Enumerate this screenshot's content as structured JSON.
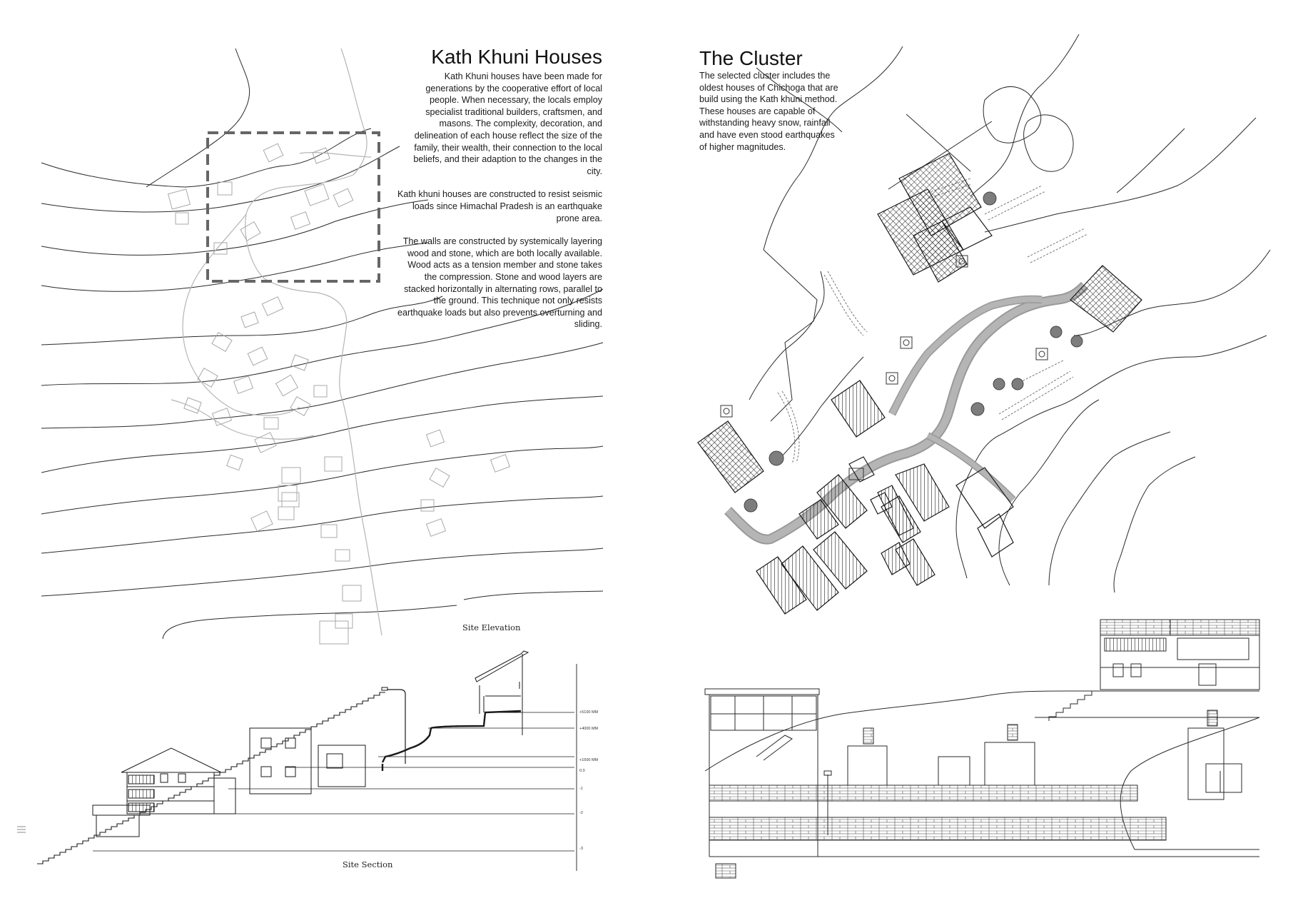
{
  "left_panel": {
    "title": "Kath Khuni Houses",
    "paragraphs": [
      "Kath Khuni houses have been made for generations by the cooperative effort of local people. When necessary, the locals employ specialist traditional builders, craftsmen, and masons. The complexity, decoration, and delineation of each house reflect the size of the family, their wealth, their connection to the local beliefs, and their adaption to the changes in the city.",
      "Kath khuni houses are constructed to resist seismic loads since Himachal Pradesh is an earthquake prone area.",
      "The walls are constructed by systemically layering wood and stone, which are both locally available. Wood acts as a tension member and stone takes the compression. Stone and wood layers are stacked horizontally in alternating rows, parallel to the ground. This technique not only resists earthquake loads but also prevents overturning and sliding."
    ],
    "elevation_caption": "Site Elevation",
    "section_caption": "Site Section",
    "level_labels": [
      "+5100 MM",
      "+4000 MM",
      "+1500 MM",
      "0.0",
      "-1",
      "-2",
      "-3"
    ]
  },
  "right_panel": {
    "title": "The Cluster",
    "paragraph": "The selected cluster includes the oldest houses of Chichoga that are build using the Kath khuni method.  These houses are capable of withstanding heavy snow, rainfall and have even stood earthquakes of higher magnitudes."
  },
  "colors": {
    "ink": "#1a1a1a",
    "line": "#333333",
    "light_line": "#9a9a9a",
    "road": "#b5b5b5",
    "dash_box": "#666666"
  }
}
